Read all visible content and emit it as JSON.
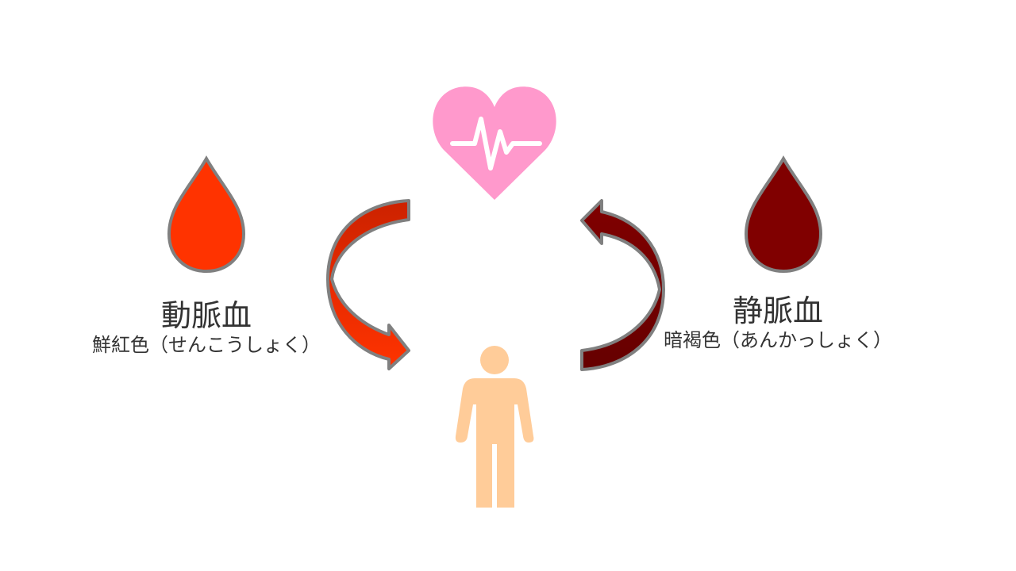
{
  "colors": {
    "background": "#ffffff",
    "heart": "#ff99cc",
    "heart_line": "#ffffff",
    "arterial": "#ff3300",
    "arterial_arrow_dark": "#cc2200",
    "venous": "#800000",
    "venous_arrow_dark": "#660000",
    "outline": "#808080",
    "person": "#ffcc99",
    "text": "#333333"
  },
  "icons": {
    "heart": "heart-pulse-icon",
    "arterial_drop": "blood-drop-icon",
    "venous_drop": "blood-drop-icon",
    "person": "person-icon"
  },
  "arterial": {
    "title": "動脈血",
    "color_name": "鮮紅色（せんこうしょく）"
  },
  "venous": {
    "title": "静脈血",
    "color_name": "暗褐色（あんかっしょく）"
  }
}
